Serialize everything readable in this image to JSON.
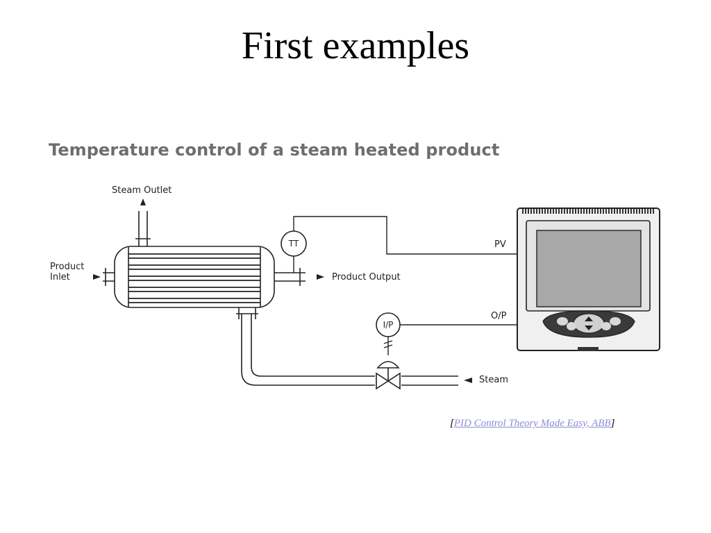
{
  "slide": {
    "title": "First examples"
  },
  "figure": {
    "title": "Temperature control of a steam heated product",
    "labels": {
      "steam_outlet": "Steam Outlet",
      "product_inlet_line1": "Product",
      "product_inlet_line2": "Inlet",
      "product_output": "Product Output",
      "steam": "Steam",
      "pv": "PV",
      "op": "O/P"
    },
    "instruments": {
      "temperature_transmitter": "TT",
      "ip_converter": "I/P"
    }
  },
  "citation": {
    "open": "[",
    "link_text": "PID Control Theory Made Easy, ABB",
    "close": "]",
    "link_color": "#8b8bd8"
  }
}
